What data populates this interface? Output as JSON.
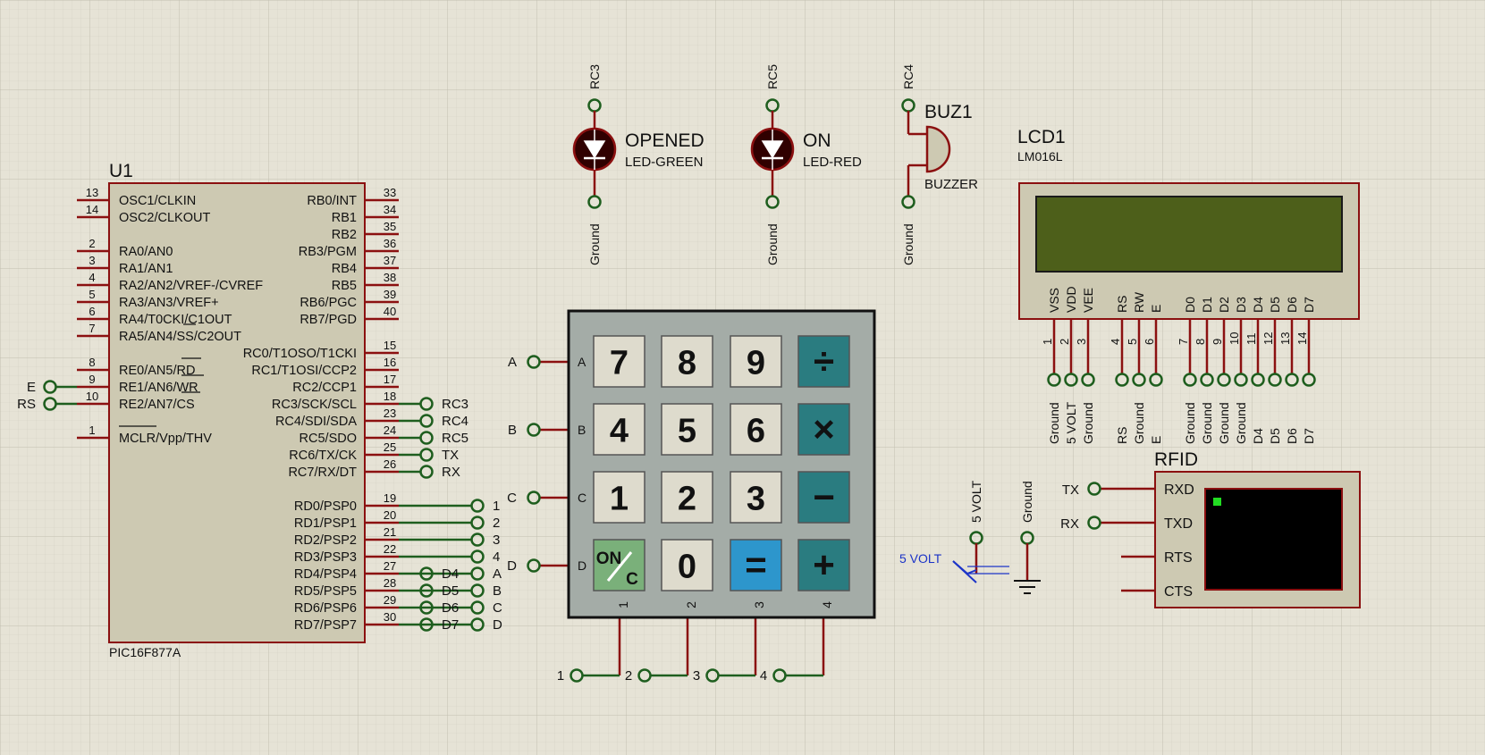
{
  "colors": {
    "background": "#e6e3d6",
    "wire": "#1e5e1e",
    "pin": "#8b1010",
    "chip_fill": "#cdc9b2",
    "lcd_screen": "#4d5f1a",
    "keypad_body": "#a4aca7",
    "keypad_teal": "#2a7c80",
    "keypad_blue": "#2d96cc",
    "keypad_green": "#7ab07a",
    "led_body": "#300000",
    "rfid_screen": "#000000",
    "rfid_led": "#22dd22"
  },
  "mcu": {
    "ref": "U1",
    "part": "PIC16F877A",
    "left_pins": [
      {
        "num": "13",
        "name": "OSC1/CLKIN"
      },
      {
        "num": "14",
        "name": "OSC2/CLKOUT"
      },
      {
        "num": "2",
        "name": "RA0/AN0"
      },
      {
        "num": "3",
        "name": "RA1/AN1"
      },
      {
        "num": "4",
        "name": "RA2/AN2/VREF-/CVREF"
      },
      {
        "num": "5",
        "name": "RA3/AN3/VREF+"
      },
      {
        "num": "6",
        "name": "RA4/T0CKI/C1OUT"
      },
      {
        "num": "7",
        "name": "RA5/AN4/SS/C2OUT"
      },
      {
        "num": "8",
        "name": "RE0/AN5/RD"
      },
      {
        "num": "9",
        "name": "RE1/AN6/WR"
      },
      {
        "num": "10",
        "name": "RE2/AN7/CS"
      },
      {
        "num": "1",
        "name": "MCLR/Vpp/THV"
      }
    ],
    "right_pins": [
      {
        "num": "33",
        "name": "RB0/INT"
      },
      {
        "num": "34",
        "name": "RB1"
      },
      {
        "num": "35",
        "name": "RB2"
      },
      {
        "num": "36",
        "name": "RB3/PGM"
      },
      {
        "num": "37",
        "name": "RB4"
      },
      {
        "num": "38",
        "name": "RB5"
      },
      {
        "num": "39",
        "name": "RB6/PGC"
      },
      {
        "num": "40",
        "name": "RB7/PGD"
      },
      {
        "num": "15",
        "name": "RC0/T1OSO/T1CKI"
      },
      {
        "num": "16",
        "name": "RC1/T1OSI/CCP2"
      },
      {
        "num": "17",
        "name": "RC2/CCP1"
      },
      {
        "num": "18",
        "name": "RC3/SCK/SCL"
      },
      {
        "num": "23",
        "name": "RC4/SDI/SDA"
      },
      {
        "num": "24",
        "name": "RC5/SDO"
      },
      {
        "num": "25",
        "name": "RC6/TX/CK"
      },
      {
        "num": "26",
        "name": "RC7/RX/DT"
      },
      {
        "num": "19",
        "name": "RD0/PSP0"
      },
      {
        "num": "20",
        "name": "RD1/PSP1"
      },
      {
        "num": "21",
        "name": "RD2/PSP2"
      },
      {
        "num": "22",
        "name": "RD3/PSP3"
      },
      {
        "num": "27",
        "name": "RD4/PSP4"
      },
      {
        "num": "28",
        "name": "RD5/PSP5"
      },
      {
        "num": "29",
        "name": "RD6/PSP6"
      },
      {
        "num": "30",
        "name": "RD7/PSP7"
      }
    ],
    "left_terminals": [
      "E",
      "RS"
    ],
    "rc_terminals": [
      "RC3",
      "RC4",
      "RC5",
      "TX",
      "RX"
    ],
    "rd_terminals_near": [
      "D4",
      "D5",
      "D6",
      "D7"
    ],
    "rd_terminals_far": [
      "1",
      "2",
      "3",
      "4",
      "A",
      "B",
      "C",
      "D"
    ]
  },
  "led_green": {
    "terminal_top": "RC3",
    "name": "OPENED",
    "part": "LED-GREEN",
    "terminal_bottom": "Ground"
  },
  "led_red": {
    "terminal_top": "RC5",
    "name": "ON",
    "part": "LED-RED",
    "terminal_bottom": "Ground"
  },
  "buzzer": {
    "terminal_top": "RC4",
    "name": "BUZ1",
    "part": "BUZZER",
    "terminal_bottom": "Ground"
  },
  "lcd": {
    "ref": "LCD1",
    "part": "LM016L",
    "pins": [
      {
        "num": "1",
        "name": "VSS",
        "net": "Ground"
      },
      {
        "num": "2",
        "name": "VDD",
        "net": "5 VOLT"
      },
      {
        "num": "3",
        "name": "VEE",
        "net": "Ground"
      },
      {
        "num": "4",
        "name": "RS",
        "net": "RS"
      },
      {
        "num": "5",
        "name": "RW",
        "net": "Ground"
      },
      {
        "num": "6",
        "name": "E",
        "net": "E"
      },
      {
        "num": "7",
        "name": "D0",
        "net": "Ground"
      },
      {
        "num": "8",
        "name": "D1",
        "net": "Ground"
      },
      {
        "num": "9",
        "name": "D2",
        "net": "Ground"
      },
      {
        "num": "10",
        "name": "D3",
        "net": "Ground"
      },
      {
        "num": "11",
        "name": "D4",
        "net": "D4"
      },
      {
        "num": "12",
        "name": "D5",
        "net": "D5"
      },
      {
        "num": "13",
        "name": "D6",
        "net": "D6"
      },
      {
        "num": "14",
        "name": "D7",
        "net": "D7"
      }
    ]
  },
  "keypad": {
    "rows": [
      {
        "terminal": "A",
        "pin": "A",
        "keys": [
          "7",
          "8",
          "9",
          "÷"
        ]
      },
      {
        "terminal": "B",
        "pin": "B",
        "keys": [
          "4",
          "5",
          "6",
          "×"
        ]
      },
      {
        "terminal": "C",
        "pin": "C",
        "keys": [
          "1",
          "2",
          "3",
          "−"
        ]
      },
      {
        "terminal": "D",
        "pin": "D",
        "keys": [
          "ON/C",
          "0",
          "=",
          "+"
        ]
      }
    ],
    "on_key": {
      "top": "ON",
      "bottom": "C"
    },
    "col_pins": [
      "1",
      "2",
      "3",
      "4"
    ],
    "col_terminals": [
      "1",
      "2",
      "3",
      "4"
    ]
  },
  "power": {
    "terminal_label": "5 VOLT",
    "source_label": "5 VOLT",
    "ground_label": "Ground"
  },
  "rfid": {
    "ref": "RFID",
    "pins": [
      {
        "name": "RXD",
        "net": "TX"
      },
      {
        "name": "TXD",
        "net": "RX"
      },
      {
        "name": "RTS",
        "net": ""
      },
      {
        "name": "CTS",
        "net": ""
      }
    ]
  }
}
